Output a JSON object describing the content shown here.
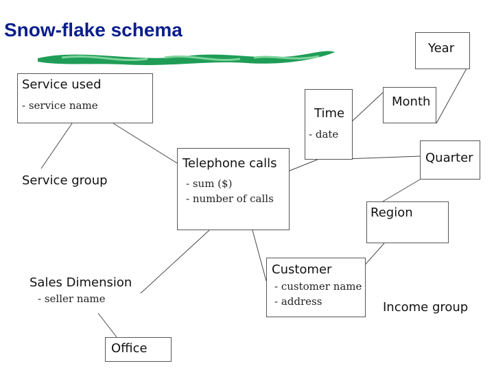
{
  "title": "Snow-flake schema",
  "colors": {
    "title": "#0a1e8c",
    "brush": "#1f9d57"
  },
  "entities": {
    "service_used": {
      "name": "Service used",
      "attrs": [
        "- service name"
      ]
    },
    "service_group": {
      "name": "Service group"
    },
    "telephone_calls": {
      "name": "Telephone calls",
      "attrs": [
        "- sum ($)",
        "- number of calls"
      ]
    },
    "time": {
      "name": "Time",
      "attrs": [
        "- date"
      ]
    },
    "year": {
      "name": "Year"
    },
    "month": {
      "name": "Month"
    },
    "quarter": {
      "name": "Quarter"
    },
    "region": {
      "name": "Region"
    },
    "customer": {
      "name": "Customer",
      "attrs": [
        "- customer name",
        "- address"
      ]
    },
    "income_group": {
      "name": "Income group"
    },
    "sales_dimension": {
      "name": "Sales Dimension",
      "attrs": [
        "- seller name"
      ]
    },
    "office": {
      "name": "Office"
    }
  }
}
